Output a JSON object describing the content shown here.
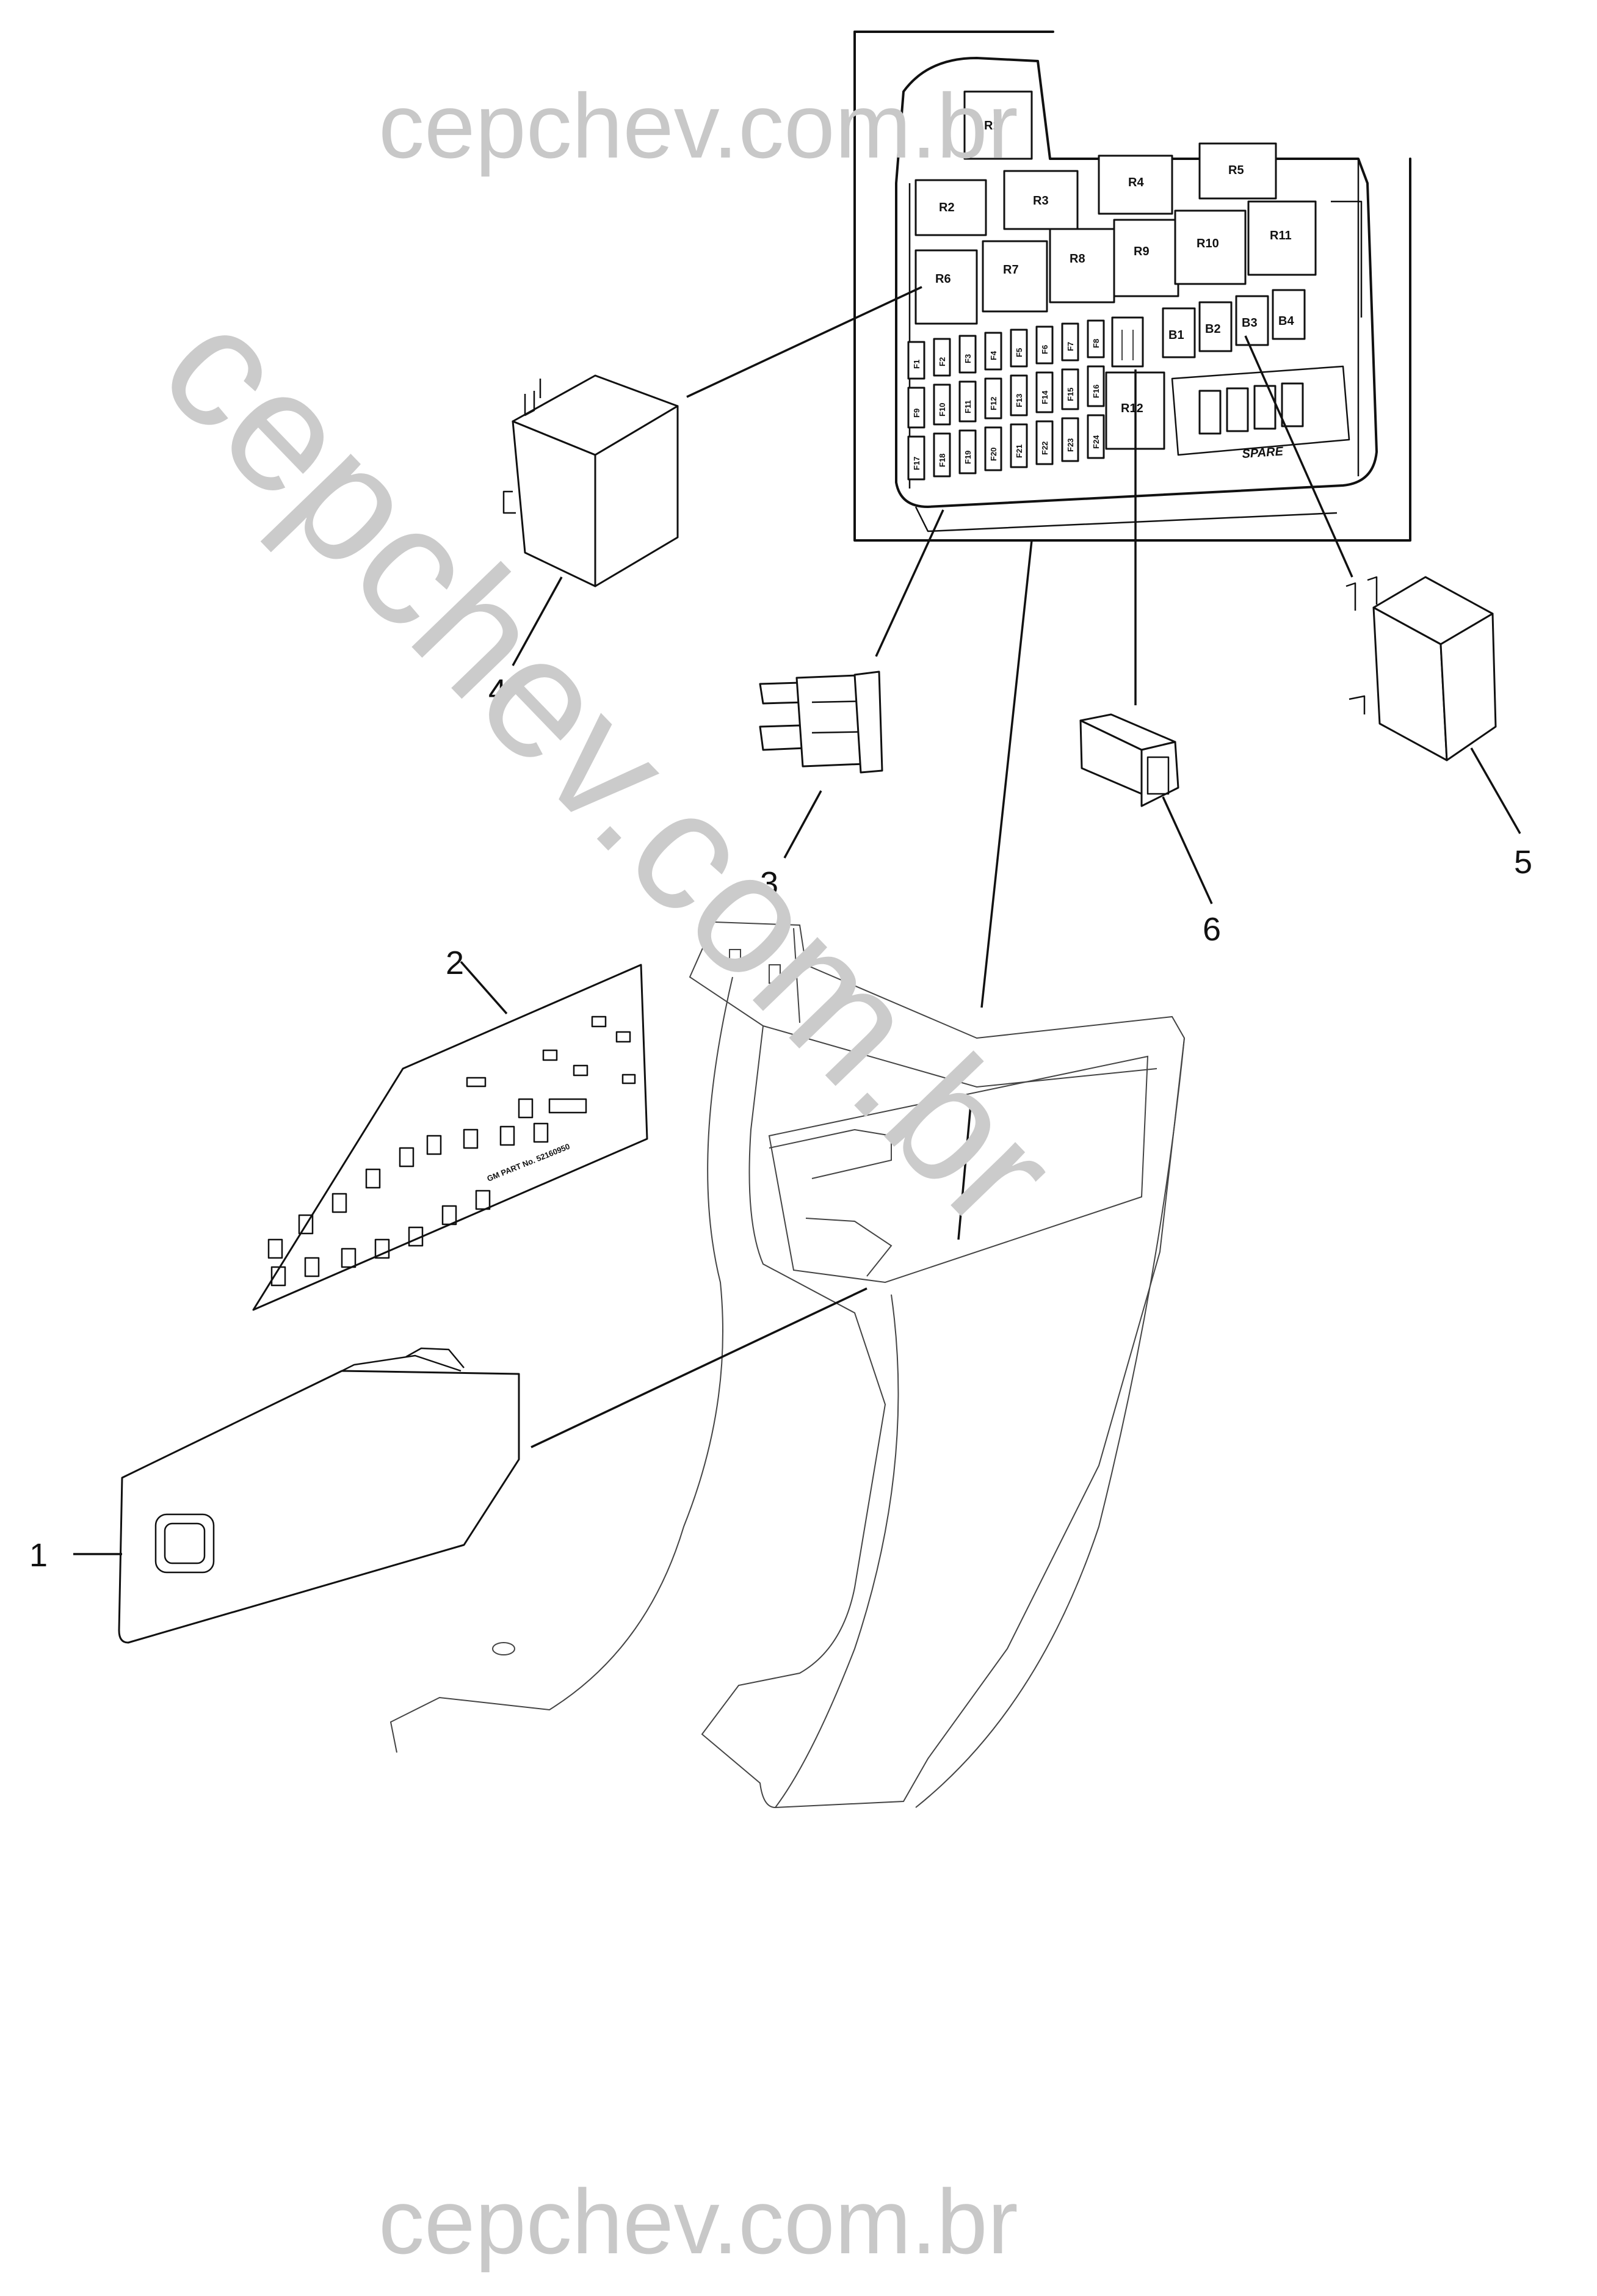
{
  "watermarks": {
    "top": "cepchev.com.br",
    "diagonal": "cepchev.com.br",
    "bottom": "cepchev.com.br"
  },
  "fuse_box": {
    "relays_top": [
      "R1",
      "R2",
      "R3",
      "R4",
      "R5"
    ],
    "relays_mid": [
      "R6",
      "R7",
      "R8",
      "R9",
      "R10",
      "R11"
    ],
    "fuse_row1": [
      "F1",
      "F2",
      "F3",
      "F4",
      "F5",
      "F6",
      "F7",
      "F8"
    ],
    "fuse_row2": [
      "F9",
      "F10",
      "F11",
      "F12",
      "F13",
      "F14",
      "F15",
      "F16"
    ],
    "fuse_row3": [
      "F17",
      "F18",
      "F19",
      "F20",
      "F21",
      "F22",
      "F23",
      "F24"
    ],
    "small_relays": [
      "B1",
      "B2",
      "B3",
      "B4"
    ],
    "relay_r12": "R12",
    "spare_label": "SPARE"
  },
  "label_sheet": {
    "part_no": "GM PART No. 52160950"
  },
  "callouts": {
    "c1": "1",
    "c2": "2",
    "c3": "3",
    "c4": "4",
    "c5": "5",
    "c6": "6"
  }
}
